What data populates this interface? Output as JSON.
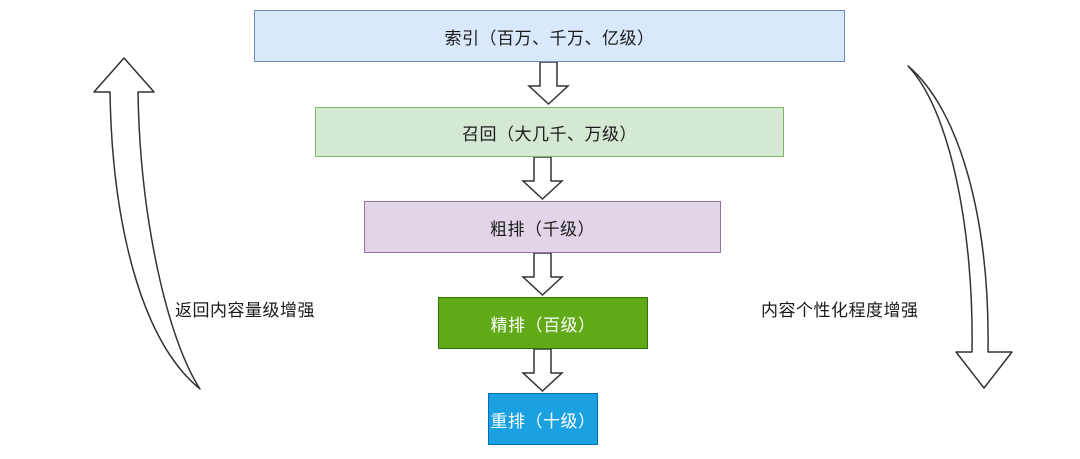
{
  "stages": [
    {
      "key": "index",
      "label": "索引（百万、千万、亿级）",
      "fill": "#dae8fc",
      "stroke": "#6c8ebf"
    },
    {
      "key": "recall",
      "label": "召回（大几千、万级）",
      "fill": "#d5e8d4",
      "stroke": "#82b366"
    },
    {
      "key": "coarse",
      "label": "粗排（千级）",
      "fill": "#e1d5e7",
      "stroke": "#9673a6"
    },
    {
      "key": "fine",
      "label": "精排（百级）",
      "fill": "#60a917",
      "stroke": "#2d7600"
    },
    {
      "key": "rerank",
      "label": "重排（十级）",
      "fill": "#1ba1e2",
      "stroke": "#006eaf"
    }
  ],
  "side_labels": {
    "left": "返回内容量级增强",
    "right": "内容个性化程度增强"
  },
  "colors": {
    "arrow_stroke": "#333333",
    "arrow_fill": "#ffffff"
  }
}
